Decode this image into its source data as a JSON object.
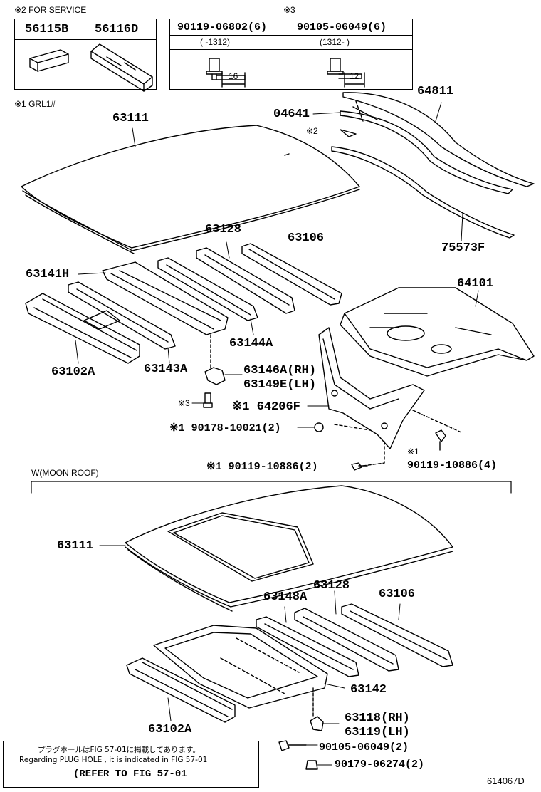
{
  "service_header": "※2 FOR SERVICE",
  "service_parts": [
    "56115B",
    "56116D"
  ],
  "bolt_header": "※3",
  "bolt_parts": [
    {
      "part": "90119-06802(6)",
      "range": "(    -1312)",
      "length": "16"
    },
    {
      "part": "90105-06049(6)",
      "range": "(1312-     )",
      "length": "12"
    }
  ],
  "grade_note": "※1 GRL1#",
  "labels": {
    "p63111_top": "63111",
    "p04641": "04641",
    "p64811": "64811",
    "mark2": "※2",
    "p75573F": "75573F",
    "p63128_top": "63128",
    "p63106_top": "63106",
    "p64101": "64101",
    "p63141H": "63141H",
    "p63144A": "63144A",
    "p63102A_top": "63102A",
    "p63143A": "63143A",
    "p63146A": "63146A(RH)",
    "p63149E": "63149E(LH)",
    "mark3": "※3",
    "p64206F": "※1 64206F",
    "p90178": "※1 90178-10021(2)",
    "p90119a": "※1 90119-10886(2)",
    "mark1b": "※1",
    "p90119b": "90119-10886(4)"
  },
  "moon_section": "W(MOON ROOF)",
  "moon_labels": {
    "p63111": "63111",
    "p63148A": "63148A",
    "p63128": "63128",
    "p63106": "63106",
    "p63142": "63142",
    "p63102A": "63102A",
    "p63118": "63118(RH)",
    "p63119": "63119(LH)",
    "p90105": "90105-06049(2)",
    "p90179": "90179-06274(2)"
  },
  "note": {
    "line1": "プラグホールはFIG 57-01に掲載してあります。",
    "line2": "Regarding PLUG HOLE , it is indicated in FIG 57-01",
    "line3": "(REFER TO FIG 57-01"
  },
  "figure_id": "614067D"
}
